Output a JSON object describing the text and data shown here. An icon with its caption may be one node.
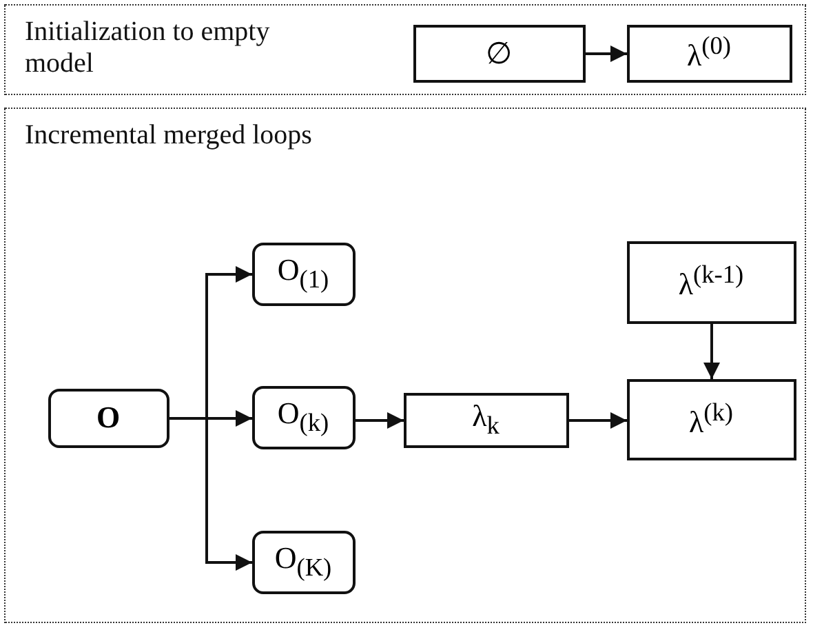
{
  "diagram": {
    "nodes": [
      {
        "text": [
          "Initialization to empty model"
        ]
      },
      {
        "text": [
          "∅"
        ],
        "in": 0
      },
      {
        "text": [
          "λ$^{(0)}$"
        ],
        "in": 0
      },
      {
        "text": [
          "Incremental merged loops"
        ]
      },
      {
        "text": [
          "O"
        ],
        "in": 3
      },
      {
        "text": [
          "O$_{(1)}$"
        ],
        "in": 3
      },
      {
        "text": [
          "O$_{(k)}$"
        ],
        "in": 3
      },
      {
        "text": [
          "O$_{(K)}$"
        ],
        "in": 3
      },
      {
        "text": [
          "λ$_{k}$"
        ],
        "in": 3
      },
      {
        "text": [
          "λ$^{(k-1)}$"
        ],
        "in": 3
      },
      {
        "text": [
          "λ$^{(k)}$"
        ],
        "in": 3
      }
    ],
    "edges": [
      {
        "from": 1,
        "to": 2,
        "arrow": "to"
      },
      {
        "from": 4,
        "to": 5,
        "arrow": "to"
      },
      {
        "from": 4,
        "to": 6,
        "arrow": "to"
      },
      {
        "from": 4,
        "to": 7,
        "arrow": "to"
      },
      {
        "from": 6,
        "to": 8,
        "arrow": "to"
      },
      {
        "from": 8,
        "to": 10,
        "arrow": "to"
      },
      {
        "from": 9,
        "to": 10,
        "arrow": "to"
      }
    ]
  }
}
